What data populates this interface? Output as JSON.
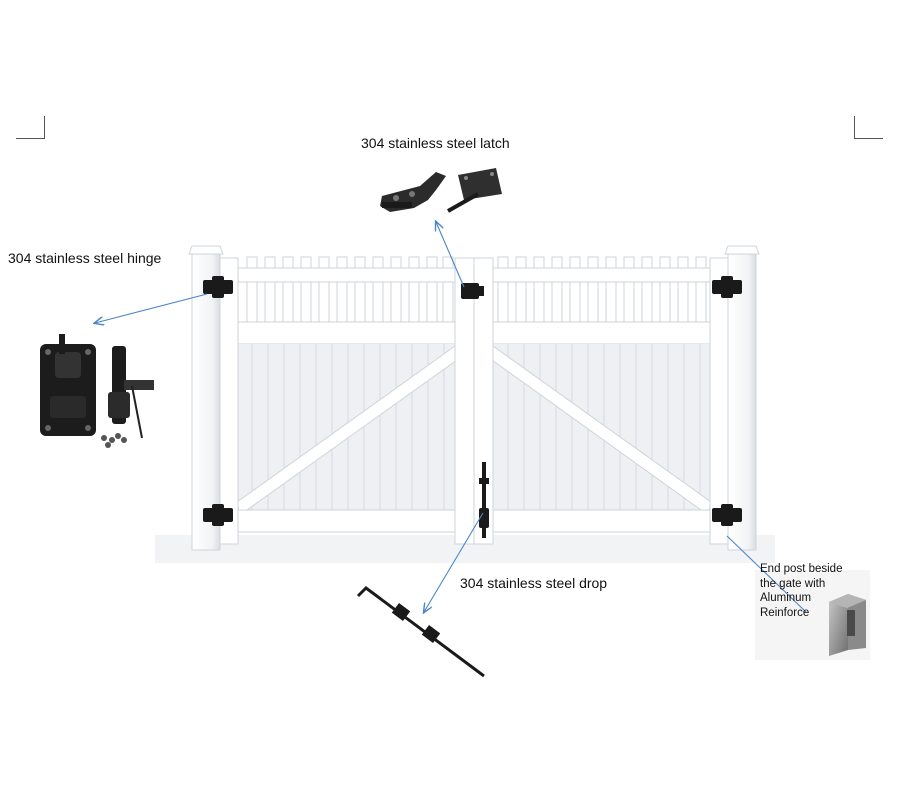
{
  "labels": {
    "latch": "304 stainless steel latch",
    "hinge": "304 stainless steel hinge",
    "drop": "304 stainless steel drop",
    "end_post": [
      "End post beside",
      "the gate with",
      "Aluminum",
      "Reinforce"
    ]
  },
  "colors": {
    "arrow": "#4a86c8",
    "vinyl": "#ffffff",
    "vinyl_shade": "#e9ecef",
    "hardware": "#1a1a1a",
    "aluminum": "#9a9a9a"
  },
  "icons": [
    "latch-hardware-icon",
    "hinge-hardware-icon",
    "drop-rod-icon",
    "aluminum-post-icon"
  ]
}
